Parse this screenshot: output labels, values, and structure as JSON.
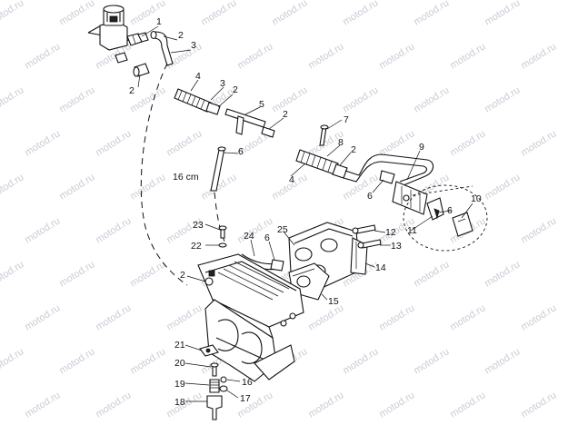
{
  "watermark": {
    "text": "motod.ru",
    "color": "#c9ccd6"
  },
  "diagram": {
    "length_note": "16 cm",
    "callouts": [
      "1",
      "2",
      "3",
      "2",
      "4",
      "3",
      "2",
      "5",
      "2",
      "6",
      "7",
      "8",
      "2",
      "4",
      "9",
      "6",
      "10",
      "6",
      "11",
      "16 cm",
      "23",
      "22",
      "24",
      "6",
      "25",
      "12",
      "13",
      "14",
      "2",
      "15",
      "21",
      "20",
      "16",
      "19",
      "17",
      "18"
    ]
  }
}
